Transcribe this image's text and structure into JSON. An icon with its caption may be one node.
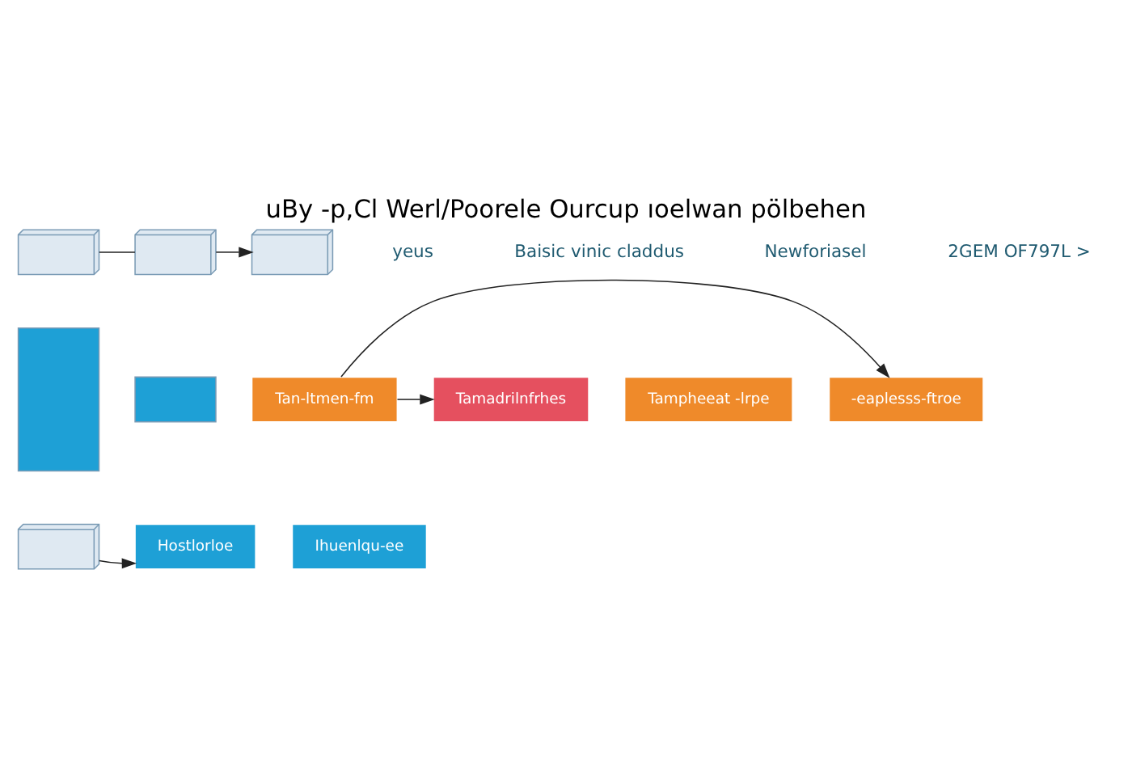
{
  "diagram": {
    "title": "uBy -p,Cl Werl/Poorele Ourcup ıoelwan pölbehen",
    "nodes": [
      {
        "text": [],
        "shape": "picture"
      },
      {
        "text": [],
        "shape": "picture"
      },
      {
        "text": [],
        "shape": "picture"
      },
      {
        "text": [],
        "shape": "box"
      },
      {
        "text": [],
        "shape": "box"
      },
      {
        "text": [
          "Tamadrilnfrhes"
        ]
      },
      {
        "text": [
          "Tampheeat -lrpe"
        ]
      },
      {
        "text": [
          "-eaplesss-ftroe"
        ]
      },
      {
        "text": [
          "Tan-ltmen-fm"
        ]
      },
      {
        "text": [],
        "shape": "picture"
      },
      {
        "text": [
          "Hostlorloe"
        ]
      },
      {
        "text": [
          "Ihuenlqu-ee"
        ]
      }
    ],
    "edges": [
      {
        "from": 0,
        "to": 1,
        "arrow": "none"
      },
      {
        "from": 1,
        "to": 2,
        "arrow": "to"
      },
      {
        "from": 8,
        "to": 5,
        "arrow": "to"
      },
      {
        "from": 8,
        "to": 7,
        "arrow": "to"
      },
      {
        "from": 9,
        "to": 10,
        "arrow": "to"
      }
    ],
    "labels": [
      "yeus",
      "Baisic vinic claddus",
      "Newforiasel",
      "2GEM OF797L >"
    ]
  }
}
